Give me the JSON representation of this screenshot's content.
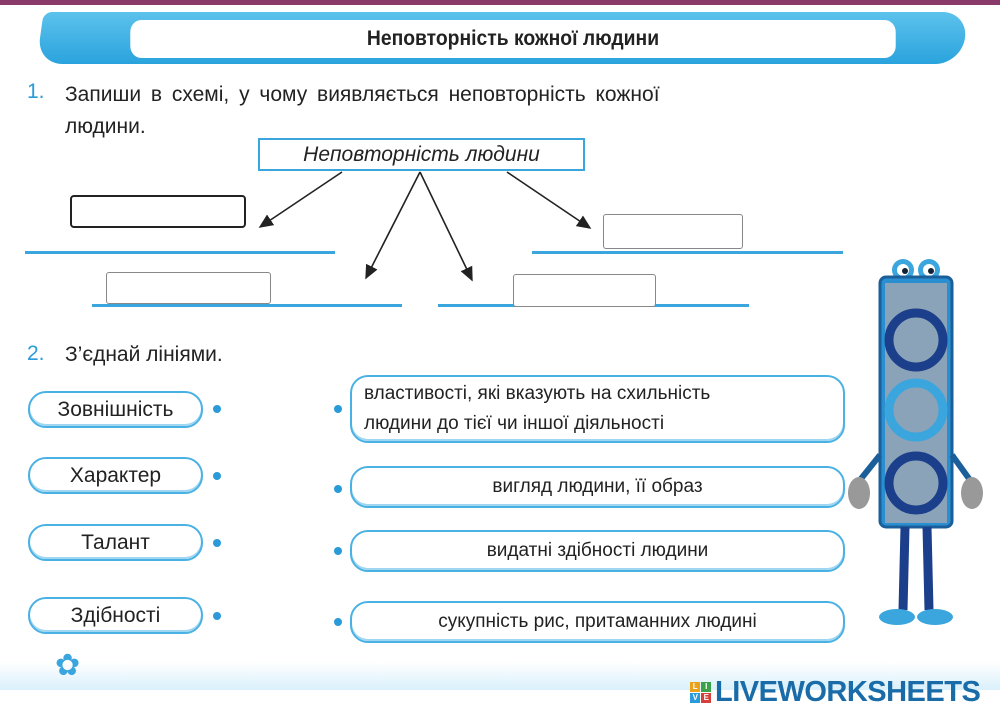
{
  "header": {
    "title": "Неповторність кожної людини"
  },
  "task1": {
    "number": "1.",
    "text_line1": "Запиши в схемі, у чому виявляється неповторність кожної",
    "text_line2": "людини.",
    "scheme_title": "Неповторність людини",
    "inputs": [
      {
        "value": ""
      },
      {
        "value": ""
      },
      {
        "value": ""
      },
      {
        "value": ""
      }
    ]
  },
  "task2": {
    "number": "2.",
    "text": "З’єднай лініями.",
    "left": [
      "Зовнішність",
      "Характер",
      "Талант",
      "Здібності"
    ],
    "right": [
      {
        "line1": "властивості, які вказують на схильність",
        "line2": "людини до тієї чи іншої діяльності"
      },
      {
        "line1": "вигляд людини, її образ"
      },
      {
        "line1": "видатні здібності людини"
      },
      {
        "line1": "сукупність рис, притаманних людині"
      }
    ]
  },
  "footer": {
    "logo": "LIVEWORKSHEETS",
    "logo_mark": [
      "L",
      "I",
      "V",
      "E"
    ]
  },
  "colors": {
    "accent": "#2a9ad8",
    "banner": "#3aa6dd"
  }
}
